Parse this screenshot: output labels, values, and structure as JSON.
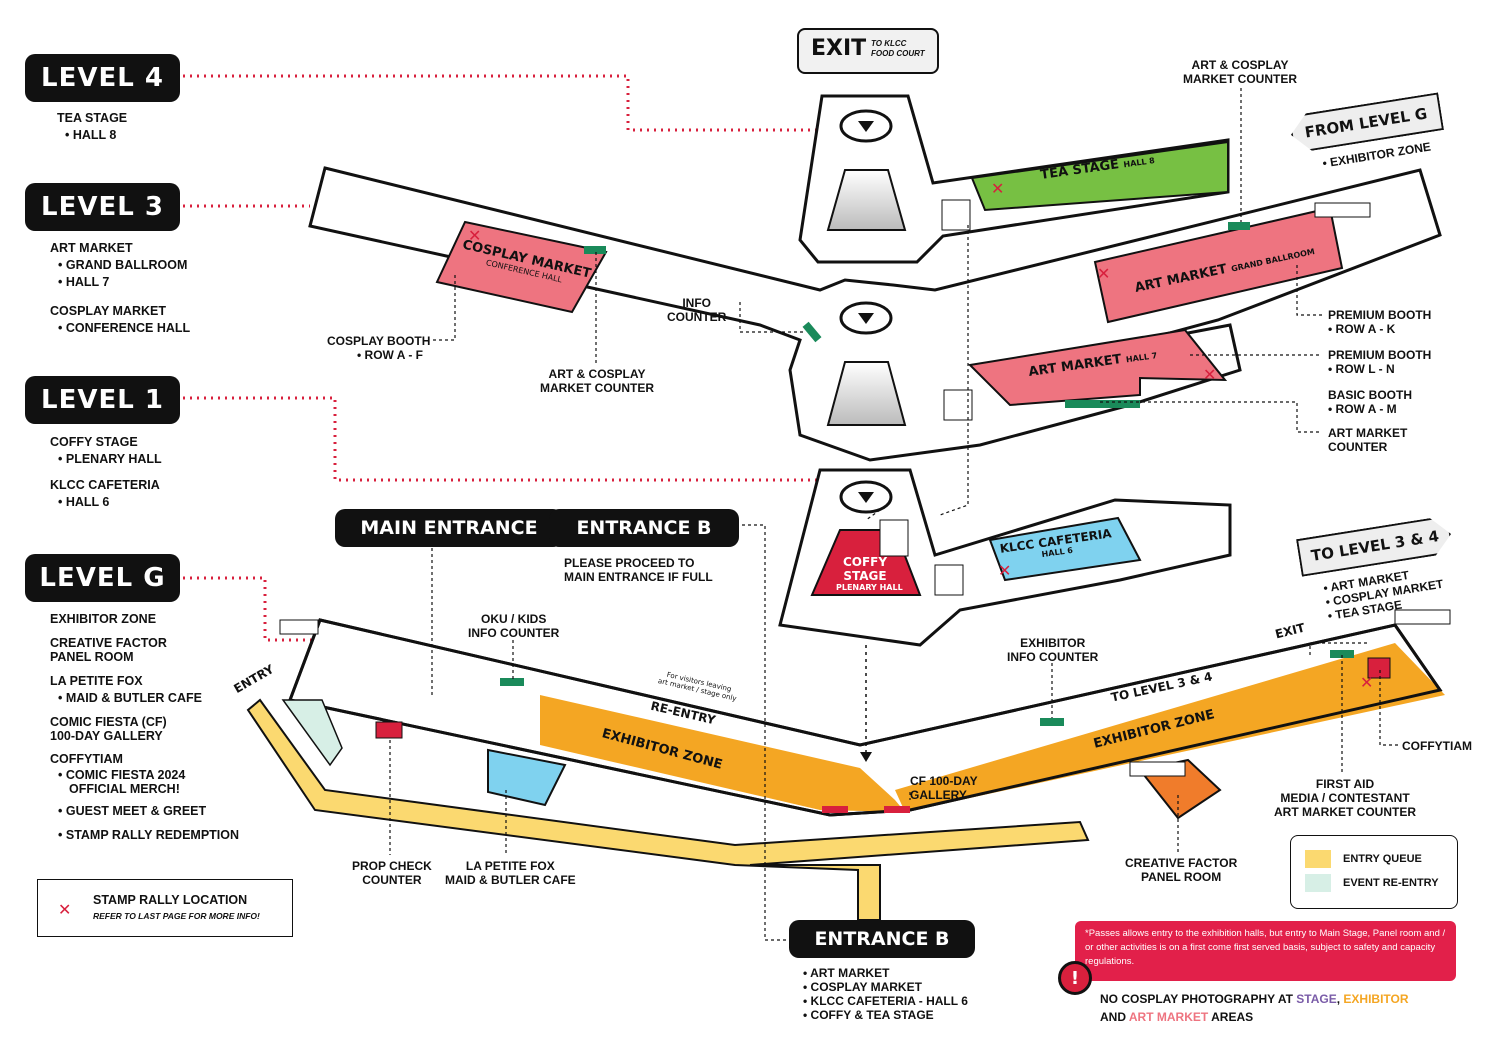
{
  "levels": {
    "l4": {
      "label": "LEVEL 4",
      "items": [
        "TEA STAGE",
        "HALL 8"
      ]
    },
    "l3": {
      "label": "LEVEL 3",
      "items": [
        "ART MARKET",
        "GRAND BALLROOM",
        "HALL 7",
        "COSPLAY MARKET",
        "CONFERENCE HALL"
      ]
    },
    "l1": {
      "label": "LEVEL 1",
      "items": [
        "COFFY STAGE",
        "PLENARY HALL",
        "KLCC CAFETERIA",
        "HALL 6"
      ]
    },
    "lg": {
      "label": "LEVEL G",
      "items": [
        "EXHIBITOR ZONE",
        "CREATIVE FACTOR",
        "PANEL ROOM",
        "LA PETITE FOX",
        "MAID & BUTLER CAFE",
        "COMIC FIESTA (CF)",
        "100-DAY GALLERY",
        "COFFYTIAM",
        "COMIC FIESTA 2024",
        "OFFICIAL MERCH!",
        "GUEST MEET & GREET",
        "STAMP RALLY REDEMPTION"
      ]
    }
  },
  "exit_top": {
    "label": "EXIT",
    "sub1": "TO KLCC",
    "sub2": "FOOD COURT"
  },
  "entrances": {
    "main": "MAIN ENTRANCE",
    "b_top": "ENTRANCE B",
    "b_note1": "PLEASE PROCEED TO",
    "b_note2": "MAIN ENTRANCE IF FULL",
    "b_bottom": "ENTRANCE B",
    "b_items": [
      "ART MARKET",
      "COSPLAY MARKET",
      "KLCC CAFETERIA - HALL 6",
      "COFFY & TEA STAGE"
    ]
  },
  "zones": {
    "tea_stage": "TEA STAGE",
    "hall8": "HALL 8",
    "cosplay_market": "COSPLAY MARKET",
    "conference_hall": "CONFERENCE HALL",
    "art_market_gb": "ART MARKET",
    "grand_ballroom": "GRAND BALLROOM",
    "art_market_h7": "ART MARKET",
    "hall7": "HALL 7",
    "coffy1": "COFFY",
    "coffy2": "STAGE",
    "plenary": "PLENARY HALL",
    "klcc_cafe": "KLCC CAFETERIA",
    "hall6": "HALL 6",
    "exhibitor_left": "EXHIBITOR ZONE",
    "exhibitor_right": "EXHIBITOR ZONE",
    "re_entry": "RE-ENTRY",
    "re_entry_note1": "For visitors leaving",
    "re_entry_note2": "art market / stage only",
    "to_level34_floor": "TO LEVEL 3 & 4",
    "exit_floor": "EXIT",
    "entry": "ENTRY"
  },
  "callouts": {
    "art_cosplay_top1": "ART & COSPLAY",
    "art_cosplay_top2": "MARKET COUNTER",
    "from_level_g": "FROM LEVEL G",
    "from_item": "EXHIBITOR ZONE",
    "info1": "INFO",
    "info2": "COUNTER",
    "cosplay_booth1": "COSPLAY BOOTH",
    "cosplay_booth2": "ROW A - F",
    "art_cosplay_mid1": "ART & COSPLAY",
    "art_cosplay_mid2": "MARKET COUNTER",
    "premium1": "PREMIUM BOOTH",
    "premium1b": "ROW A - K",
    "premium2": "PREMIUM BOOTH",
    "premium2b": "ROW L - N",
    "basic": "BASIC BOOTH",
    "basicb": "ROW A - M",
    "am_counter1": "ART MARKET",
    "am_counter2": "COUNTER",
    "to_level34": "TO LEVEL 3 & 4",
    "to_items": [
      "ART MARKET",
      "COSPLAY MARKET",
      "TEA STAGE"
    ],
    "oku1": "OKU / KIDS",
    "oku2": "INFO COUNTER",
    "exh_info1": "EXHIBITOR",
    "exh_info2": "INFO COUNTER",
    "coffytiam": "COFFYTIAM",
    "first_aid1": "FIRST AID",
    "first_aid2": "MEDIA / CONTESTANT",
    "first_aid3": "ART MARKET COUNTER",
    "prop1": "PROP CHECK",
    "prop2": "COUNTER",
    "lpf1": "LA PETITE FOX",
    "lpf2": "MAID & BUTLER CAFE",
    "cf100_1": "CF 100-DAY",
    "cf100_2": "GALLERY",
    "creative1": "CREATIVE FACTOR",
    "creative2": "PANEL ROOM"
  },
  "legend": {
    "stamp_title": "STAMP RALLY LOCATION",
    "stamp_sub": "REFER TO LAST PAGE FOR MORE INFO!",
    "entry_queue": "ENTRY QUEUE",
    "event_reentry": "EVENT RE-ENTRY"
  },
  "notice": {
    "text": "*Passes allows entry to the exhibition halls, but entry to Main Stage, Panel room and / or other activities is on a first come first served basis, subject to safety and capacity regulations.",
    "warn_icon": "!",
    "w1": "NO COSPLAY PHOTOGRAPHY AT ",
    "w2": "STAGE",
    ", ": "",
    "w3": "EXHIBITOR",
    "w4": "AND ",
    "w5": "ART MARKET",
    "w6": " AREAS"
  },
  "colors": {
    "dotted": "#d8203d",
    "pink": "#ee7480",
    "green": "#77c043",
    "orange": "#f4a623",
    "blue": "#7fd2ef",
    "red": "#d8203d",
    "yellow": "#fbd970",
    "mint": "#d7efe6",
    "panel": "#f07c2b",
    "counter": "#1a8a5a"
  }
}
